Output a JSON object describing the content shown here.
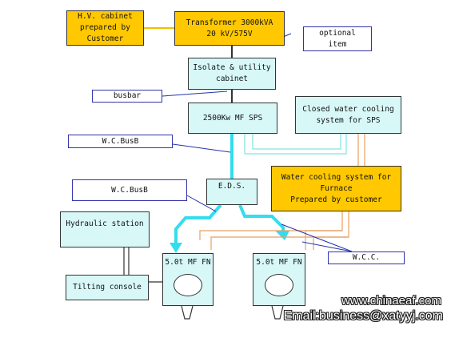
{
  "boxes": {
    "hv_cabinet": [
      "H.V. cabinet",
      "prepared by",
      "Customer"
    ],
    "transformer": [
      "Transformer 3000kVA",
      "20 kV/575V"
    ],
    "optional": [
      "optional",
      "item"
    ],
    "isolate": [
      "Isolate & utility",
      "cabinet"
    ],
    "busbar": [
      "busbar"
    ],
    "sps": [
      "2500Kw MF SPS"
    ],
    "closed_cooling": [
      "Closed water cooling",
      "system for SPS"
    ],
    "wc_busb_1": [
      "W.C.BusB"
    ],
    "water_cooling_furnace": [
      "Water cooling system for",
      "Furnace",
      "Prepared by customer"
    ],
    "eds": [
      "E.D.S."
    ],
    "wc_busb_2": [
      "W.C.BusB"
    ],
    "hydraulic": [
      "Hydraulic station"
    ],
    "tilting": [
      "Tilting console"
    ],
    "wcc": [
      "W.C.C."
    ],
    "furnace_1": [
      "5.0t MF FN"
    ],
    "furnace_2": [
      "5.0t MF FN"
    ]
  },
  "watermark": {
    "url": "www.chinaeaf.com",
    "email": "Email:business@xatyyj.com"
  },
  "colors": {
    "cyan_box": "#d8f8f8",
    "gold_box": "#ffc800",
    "busbar_line": "#33ddee",
    "cooling_line": "#e8a060",
    "note_border": "#3333aa"
  }
}
